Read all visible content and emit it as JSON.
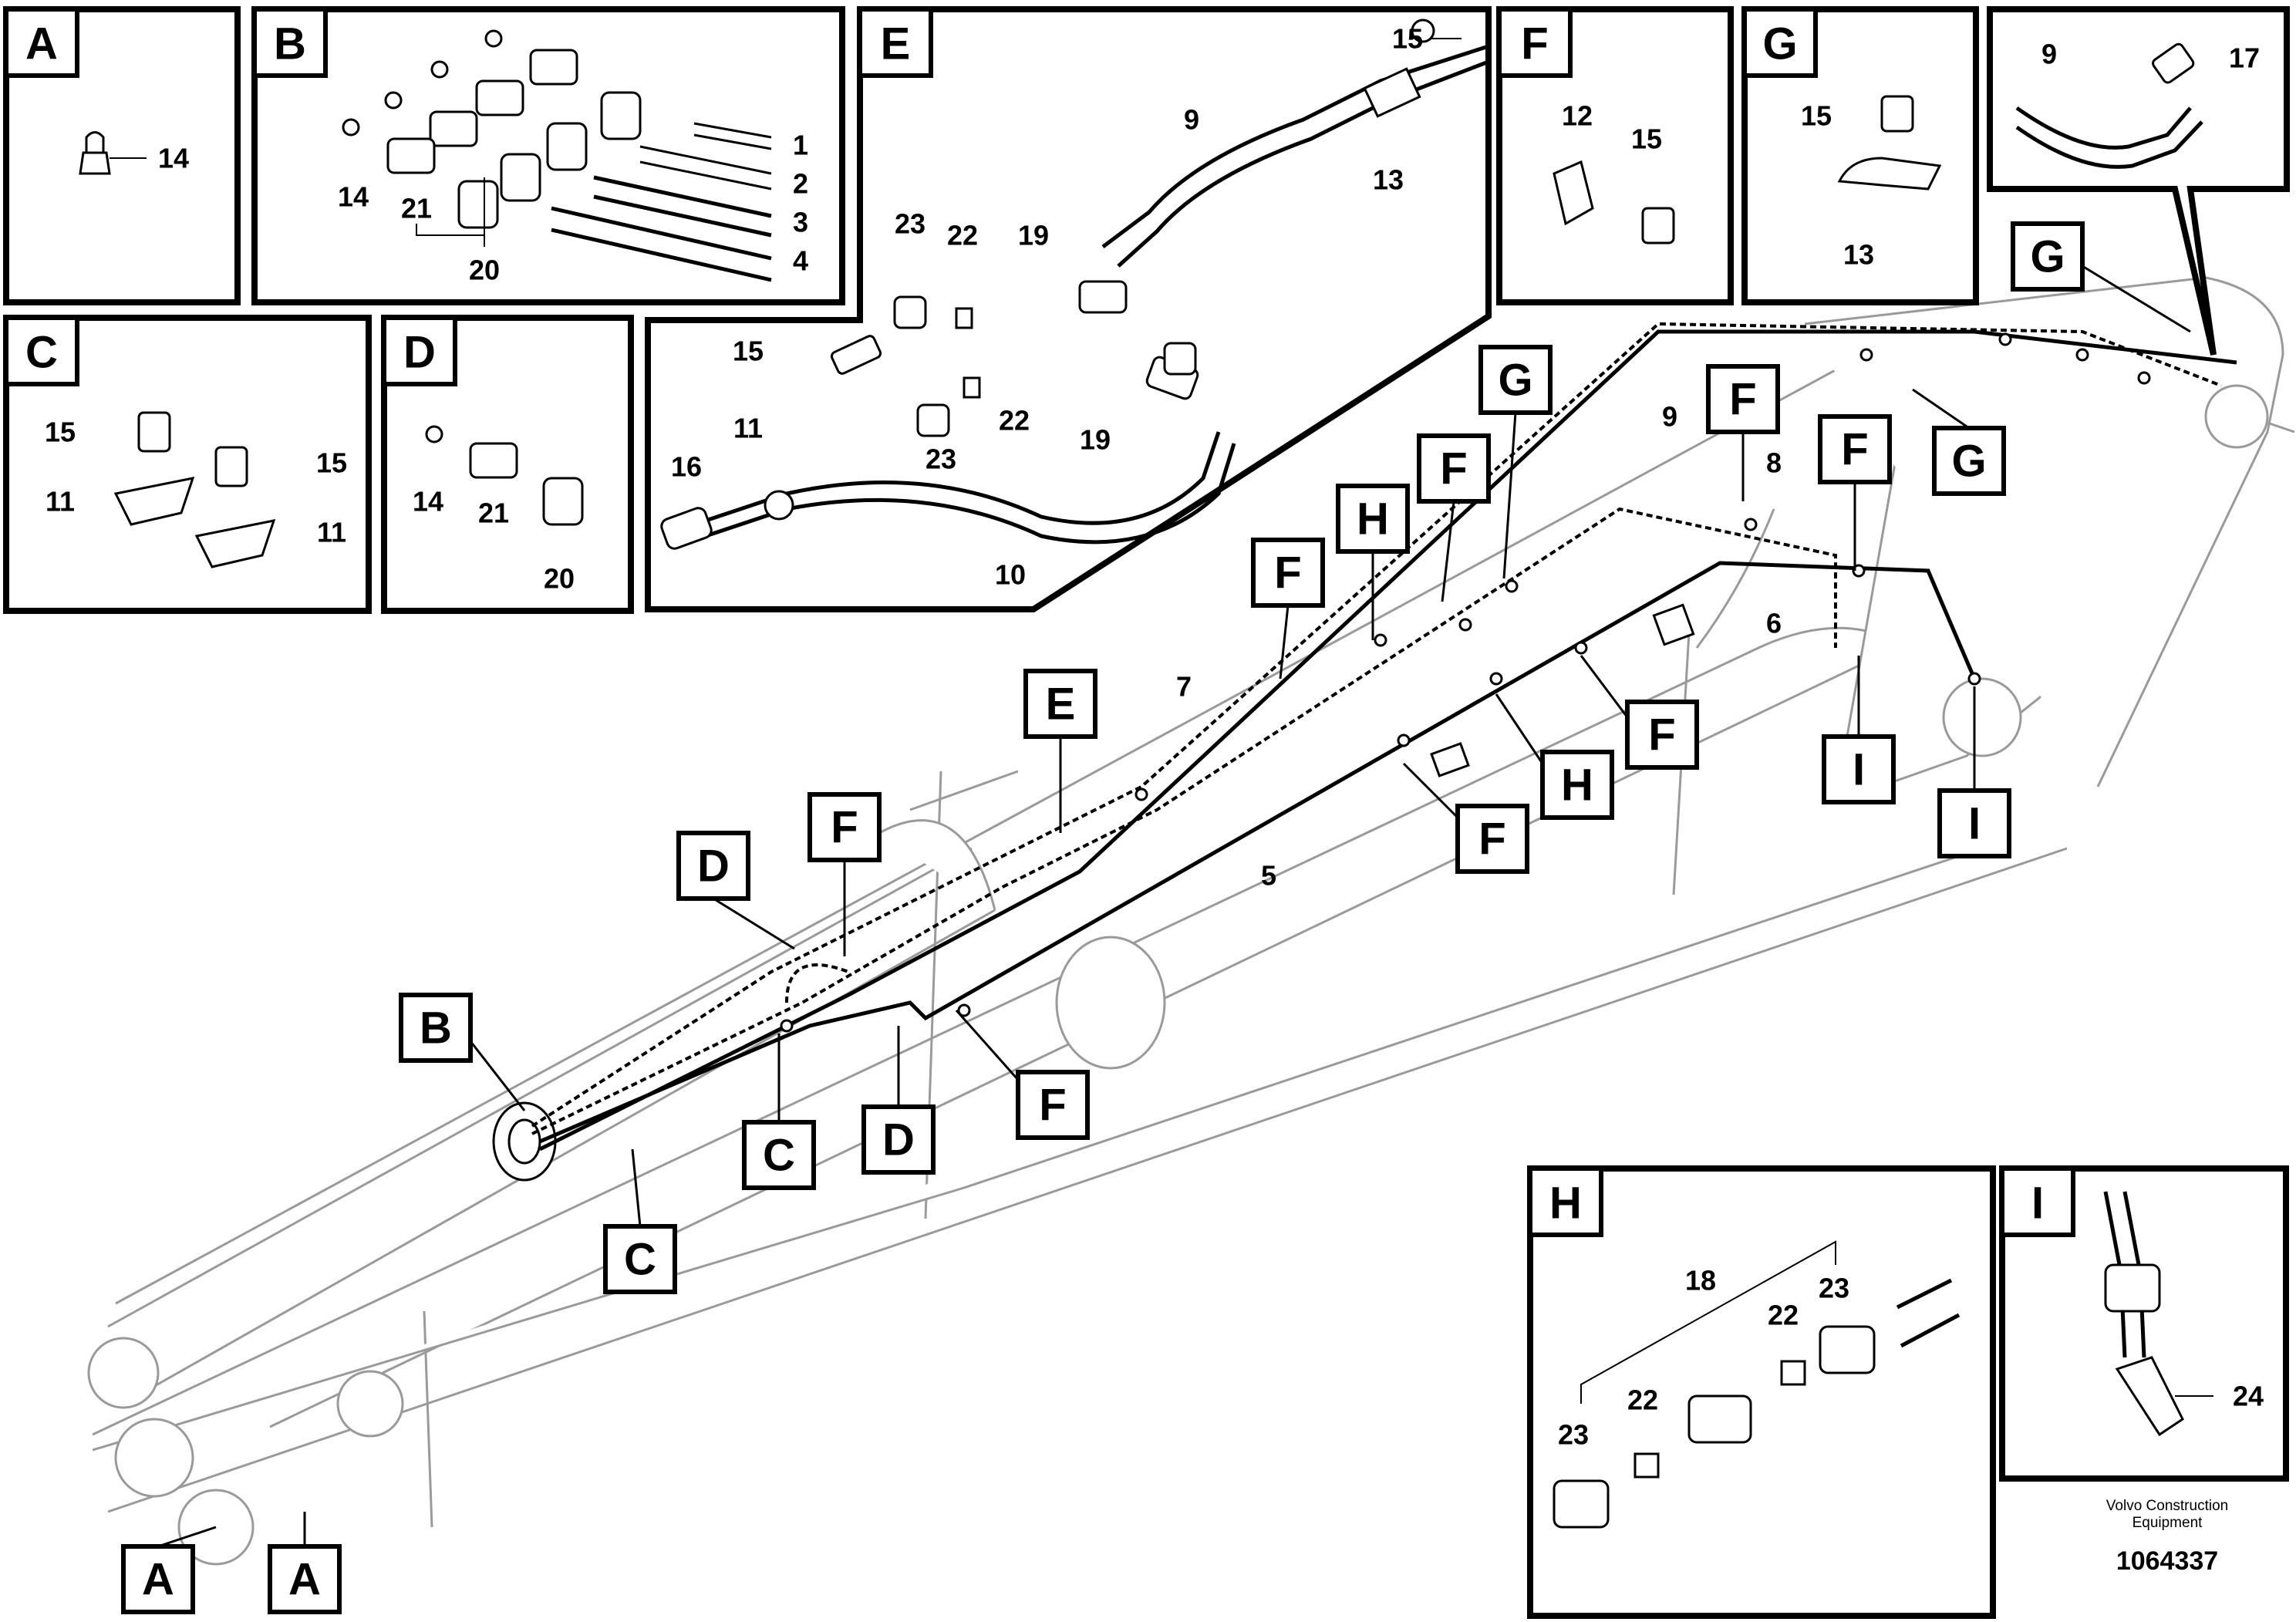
{
  "detail_views": {
    "A": {
      "letter": "A",
      "parts": [
        "14"
      ]
    },
    "B": {
      "letter": "B",
      "parts": [
        "1",
        "2",
        "3",
        "4",
        "14",
        "21",
        "20"
      ]
    },
    "C": {
      "letter": "C",
      "parts": [
        "15",
        "15",
        "11",
        "11"
      ]
    },
    "D": {
      "letter": "D",
      "parts": [
        "14",
        "21",
        "20"
      ]
    },
    "E": {
      "letter": "E",
      "parts": [
        "15",
        "9",
        "13",
        "23",
        "22",
        "19",
        "11",
        "22",
        "23",
        "19",
        "16",
        "10"
      ]
    },
    "F": {
      "letter": "F",
      "parts": [
        "12",
        "15"
      ]
    },
    "G": {
      "letter": "G",
      "parts": [
        "15",
        "13"
      ]
    },
    "top_right": {
      "parts": [
        "9",
        "17"
      ]
    },
    "H": {
      "letter": "H",
      "parts": [
        "18",
        "22",
        "23",
        "23",
        "22"
      ]
    },
    "I": {
      "letter": "I",
      "parts": [
        "24"
      ]
    }
  },
  "main_view": {
    "callouts": [
      "G",
      "G",
      "F",
      "F",
      "G",
      "F",
      "H",
      "F",
      "E",
      "F",
      "D",
      "B",
      "C",
      "C",
      "D",
      "F",
      "F",
      "H",
      "F",
      "I",
      "I",
      "A",
      "A"
    ],
    "line_numbers": [
      "9",
      "8",
      "6",
      "7",
      "5"
    ]
  },
  "footer": {
    "caption_line1": "Volvo Construction",
    "caption_line2": "Equipment",
    "doc_number": "1064337"
  }
}
